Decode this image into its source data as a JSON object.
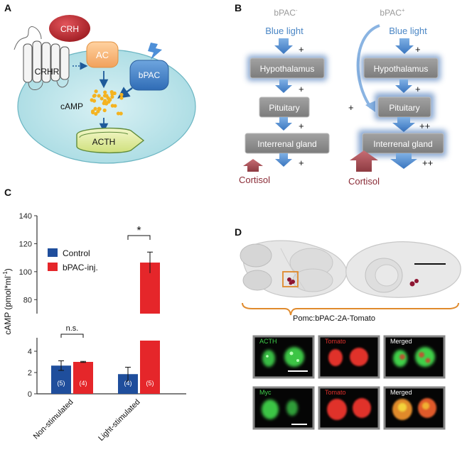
{
  "panel_letters": {
    "a": "A",
    "b": "B",
    "c": "C",
    "d": "D"
  },
  "panel_a": {
    "crh": "CRH",
    "crhr": "CRHR",
    "ac": "AC",
    "bpac": "bPAC",
    "camp": "cAMP",
    "acth": "ACTH"
  },
  "panel_b": {
    "left_col": {
      "title": "bPAC",
      "title_sup": "-",
      "blue_light": "Blue light",
      "cortisol": "Cortisol",
      "plus_top": "+",
      "plus_hypo": "+",
      "plus_pit": "+",
      "plus_int": "+"
    },
    "right_col": {
      "title": "bPAC",
      "title_sup": "+",
      "blue_light": "Blue light",
      "cortisol": "Cortisol",
      "plus_top": "+",
      "plus_side": "+",
      "plus_hypo": "+",
      "plus_pit": "++",
      "plus_int": "++"
    },
    "hypothalamus": "Hypothalamus",
    "pituitary": "Pituitary",
    "interrenal": "Interrenal gland",
    "colors": {
      "blue_text": "#4a86c5",
      "cortisol_text": "#8a2b36",
      "box_fill": "#8e8e8e"
    }
  },
  "chart_data": {
    "type": "bar",
    "ylabel": "cAMP (pmol*ml",
    "ylabel_sup": "-1",
    "ylabel_close": ")",
    "categories": [
      "Non-stimulated",
      "Light-stimulated"
    ],
    "series": [
      {
        "name": "Control",
        "color": "#1f4e9c",
        "values": [
          2.65,
          1.85
        ],
        "errors": [
          0.45,
          0.65
        ],
        "n": [
          "(5)",
          "(4)"
        ]
      },
      {
        "name": "bPAC-inj.",
        "color": "#e5262a",
        "values": [
          3.0,
          106.5
        ],
        "errors": [
          0.05,
          7.5
        ],
        "n": [
          "(4)",
          "(5)"
        ]
      }
    ],
    "y_ticks_lower": [
      "0",
      "2",
      "4"
    ],
    "y_ticks_upper": [
      "80",
      "100",
      "120",
      "140"
    ],
    "ylim_lower": [
      0,
      5
    ],
    "ylim_upper": [
      70,
      140
    ],
    "annotations": {
      "ns": "n.s.",
      "star": "*"
    },
    "legend_placement": "upper-left"
  },
  "panel_d": {
    "construct": "Pomc:bPAC-2A-Tomato",
    "row1": {
      "c1": "ACTH",
      "c2": "Tomato",
      "c3": "Merged"
    },
    "row2": {
      "c1": "Myc",
      "c2": "Tomato",
      "c3": "Merged"
    },
    "colors": {
      "green": "#3fd04a",
      "red": "#e0302c",
      "orange": "#e08a2c"
    }
  }
}
